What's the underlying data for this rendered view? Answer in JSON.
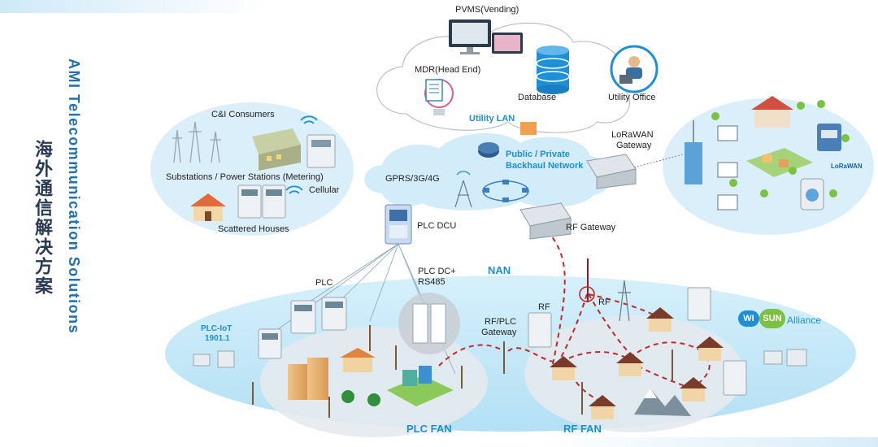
{
  "title_en": "AMI Telecommunication Solutions",
  "title_cn": "海外通信解决方案",
  "head_end": {
    "pvms": "PVMS(Vending)",
    "mdr": "MDR(Head End)",
    "database": "Database",
    "utility_lan": "Utility LAN",
    "utility_office": "Utility Office"
  },
  "network": {
    "backhaul_line1": "Public / Private",
    "backhaul_line2": "Backhaul Network",
    "gprs": "GPRS/3G/4G",
    "lorawan_line1": "LoRaWAN",
    "lorawan_line2": "Gateway",
    "rf_gateway": "RF Gateway",
    "plc_dcu": "PLC DCU"
  },
  "ci_bubble": {
    "ci_consumers": "C&I Consumers",
    "substations": "Substations / Power Stations (Metering)",
    "cellular": "Cellular",
    "scattered": "Scattered Houses"
  },
  "lorawan_badge": "LoRaWAN",
  "nan": {
    "nan": "NAN",
    "plc": "PLC",
    "plc_dc_line1": "PLC DC+",
    "plc_dc_line2": "RS485",
    "plc_iot_line1": "PLC-IoT",
    "plc_iot_line2": "1901.1",
    "rf_plc_line1": "RF/PLC",
    "rf_plc_line2": "Gateway",
    "rf_near_meter": "RF",
    "rf_near_tower": "RF",
    "plc_fan": "PLC FAN",
    "rf_fan": "RF FAN"
  },
  "wisun": {
    "wi": "WI",
    "sun": "SUN",
    "alliance": "Alliance"
  },
  "colors": {
    "accent_blue": "#1e8fd6",
    "cloud_fill": "#d5eefb",
    "nan_fill": "#bfe6f6",
    "rf_link": "#c0282a",
    "wisun_green": "#7cc242"
  }
}
